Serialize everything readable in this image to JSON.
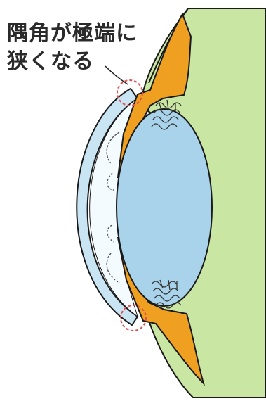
{
  "annotation": {
    "line1": "隅角が極端に",
    "line2": "狭くなる"
  },
  "colors": {
    "background": "#ffffff",
    "eyeball_green": "#c9e6a3",
    "iris_orange": "#f0a020",
    "outline": "#1a1a1a",
    "lens_blue": "#a9d3ea",
    "cornea_blue": "#c9e5f3",
    "chamber_white": "#f4fbff",
    "highlight_circle": "#e05050",
    "text": "#2a2a2a"
  },
  "icons": {
    "angle_marker": "dashed-circle",
    "aqueous_flow": "curved-arrow"
  }
}
